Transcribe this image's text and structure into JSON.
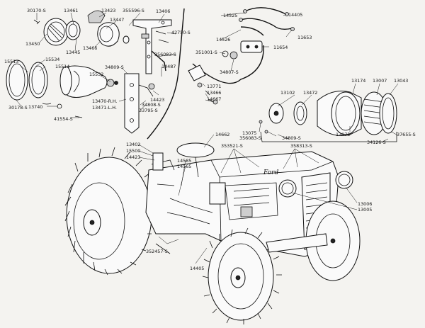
{
  "labels": {
    "p30170s": "30170-S",
    "p13461": "13461",
    "p13423": "13423",
    "p355596s": "355596-S",
    "p13406": "13406",
    "p13447": "13447",
    "p13450": "13450",
    "p13445": "13445",
    "p13466a": "13466",
    "p42750s": "42750-S",
    "p356083s_a": "356083-S",
    "p14525": "14525",
    "p14405a": "14405",
    "p14526": "14526",
    "p11653": "11653",
    "p11654": "11654",
    "p351001s": "351001-S",
    "p34807s": "34807-S",
    "p15513": "15513",
    "p15534": "15534",
    "p15514": "15514",
    "p15532": "15532",
    "p34809s_a": "34809-S",
    "p14487": "14487",
    "p13771": "13771",
    "p13466b": "13466",
    "p14667": "14667",
    "p30178s": "30178-S",
    "p13740": "13740",
    "p13470": "13470-R.H.",
    "p13471": "13471-L.H.",
    "p34808s": "34808-S",
    "p33795s": "33795-S",
    "p14423a": "14423",
    "p41554s": "41554-S",
    "p13174": "13174",
    "p13007": "13007",
    "p13043": "13043",
    "p13102": "13102",
    "p13472": "13472",
    "p13075a": "13075",
    "p356083s_b": "356083-S",
    "p34809s_b": "34809-S",
    "p13075b": "13075",
    "p37655s": "37655-S",
    "p34126s": "34126-S",
    "p14662": "14662",
    "p13402": "13402",
    "p15500": "15500",
    "p14423b": "14423",
    "p14585": "14585",
    "p14565": "14565",
    "p353521s": "353521-S",
    "p358313s": "358313-S",
    "p13006": "13006",
    "p13005": "13005",
    "p352457s": "352457-S",
    "p14405b": "14405",
    "brand": "Ford"
  }
}
